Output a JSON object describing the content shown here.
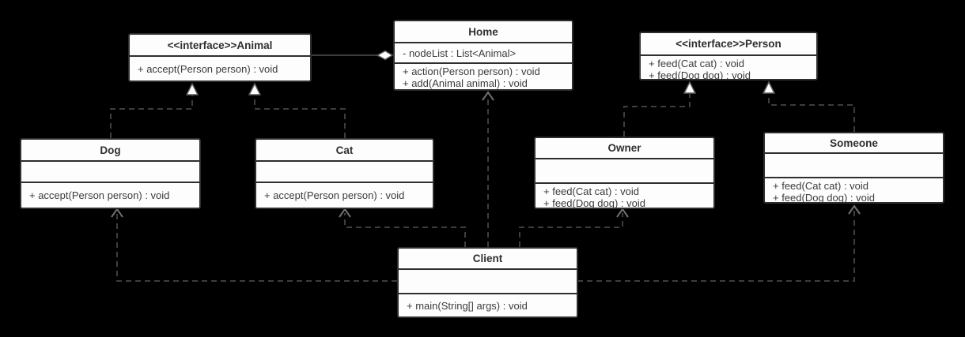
{
  "canvas": {
    "background_color": "#000000",
    "box_fill": "#fdfdfd",
    "box_border_color": "#2e2e2e",
    "dashed_line_color": "#3d3d3d",
    "arrow_color": "#6f6f6f",
    "text_color": "#3c3c3c"
  },
  "classes": {
    "animal": {
      "title": "<<interface>>Animal",
      "attributes": [],
      "methods": [
        "+ accept(Person person) : void"
      ]
    },
    "home": {
      "title": "Home",
      "attributes": [
        "- nodeList : List<Animal>"
      ],
      "methods": [
        "+ action(Person person) : void",
        "+ add(Animal animal) : void"
      ]
    },
    "person": {
      "title": "<<interface>>Person",
      "attributes": [],
      "methods": [
        "+ feed(Cat cat) : void",
        "+ feed(Dog dog) : void"
      ]
    },
    "dog": {
      "title": "Dog",
      "attributes": [],
      "methods": [
        "+ accept(Person person) : void"
      ]
    },
    "cat": {
      "title": "Cat",
      "attributes": [],
      "methods": [
        "+ accept(Person person) : void"
      ]
    },
    "owner": {
      "title": "Owner",
      "attributes": [],
      "methods": [
        "+ feed(Cat cat) : void",
        "+ feed(Dog dog) : void"
      ]
    },
    "someone": {
      "title": "Someone",
      "attributes": [],
      "methods": [
        "+ feed(Cat cat) : void",
        "+ feed(Dog dog) : void"
      ]
    },
    "client": {
      "title": "Client",
      "attributes": [],
      "methods": [
        "+ main(String[] args) : void"
      ]
    }
  },
  "relations": [
    {
      "from": "Home",
      "to": "Animal",
      "type": "aggregation"
    },
    {
      "from": "Dog",
      "to": "Animal",
      "type": "realization"
    },
    {
      "from": "Cat",
      "to": "Animal",
      "type": "realization"
    },
    {
      "from": "Owner",
      "to": "Person",
      "type": "realization"
    },
    {
      "from": "Someone",
      "to": "Person",
      "type": "realization"
    },
    {
      "from": "Client",
      "to": "Home",
      "type": "dependency"
    },
    {
      "from": "Client",
      "to": "Cat",
      "type": "dependency"
    },
    {
      "from": "Client",
      "to": "Owner",
      "type": "dependency"
    },
    {
      "from": "Client",
      "to": "Dog",
      "type": "dependency"
    },
    {
      "from": "Client",
      "to": "Someone",
      "type": "dependency"
    }
  ]
}
